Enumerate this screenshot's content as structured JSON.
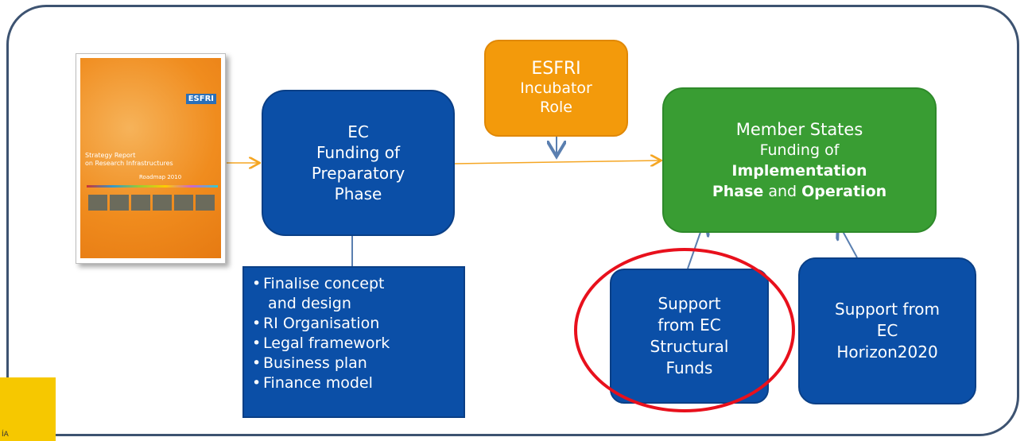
{
  "report": {
    "logo": "ESFRI",
    "title_line1": "Strategy Report",
    "title_line2": "on Research Infrastructures",
    "subtitle": "Roadmap 2010"
  },
  "esfri_box": {
    "line1": "ESFRI",
    "line2": "Incubator",
    "line3": "Role"
  },
  "ec_box": {
    "line1": "EC",
    "line2": "Funding of",
    "line3": "Preparatory",
    "line4": "Phase"
  },
  "member_states_box": {
    "line1": "Member States",
    "line2": "Funding of",
    "line3": "Implementation",
    "line4_bold": "Phase",
    "line4_and": "and",
    "line4_bold2": "Operation"
  },
  "bullets": {
    "items": [
      "Finalise concept",
      "and design",
      "RI Organisation",
      "Legal framework",
      "Business plan",
      "Finance model"
    ],
    "bullet_symbol": "•"
  },
  "structural_box": {
    "line1": "Support",
    "line2": "from EC",
    "line3": "Structural",
    "line4": "Funds"
  },
  "horizon_box": {
    "line1": "Support from",
    "line2": "EC",
    "line3": "Horizon2020"
  },
  "corner_text": "ÍA",
  "colors": {
    "frame": "#3d5371",
    "blue": "#0b4fa7",
    "green": "#399d33",
    "orange": "#f39a0b",
    "highlight_ellipse": "#e8101c",
    "arrow_orange": "#f5a623",
    "arrow_blue": "#5a7fb0"
  }
}
